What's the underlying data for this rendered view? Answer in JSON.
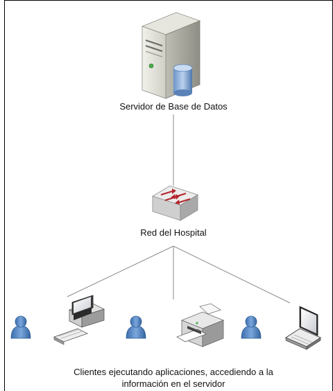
{
  "diagram": {
    "server_label": "Servidor de Base de Datos",
    "network_label": "Red del Hospital",
    "clients_label_line1": "Clientes ejecutando aplicaciones, accediendo a la",
    "clients_label_line2": "información en el servidor"
  },
  "icons": [
    "server-database-icon",
    "network-switch-icon",
    "user-icon",
    "desktop-computer-icon",
    "printer-icon",
    "laptop-icon"
  ],
  "colors": {
    "user_blue": "#4f82c0",
    "switch_arrow_red": "#b3262d",
    "line": "#8a8a8a"
  }
}
